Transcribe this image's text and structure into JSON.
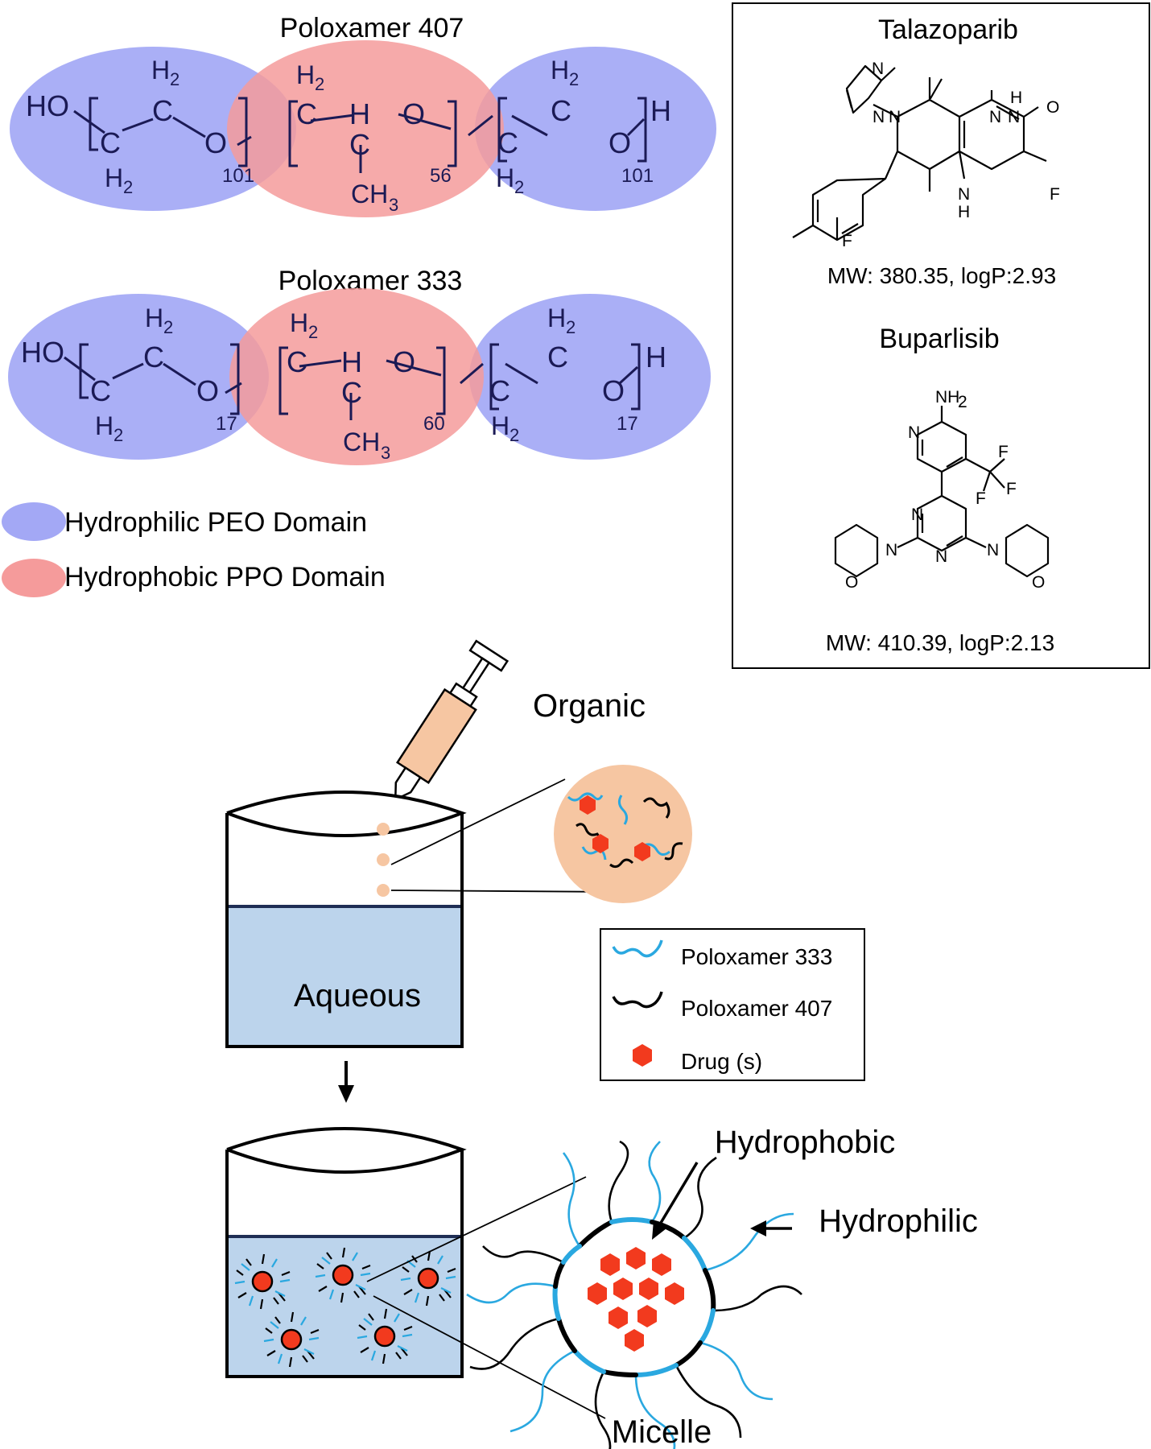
{
  "polymers": {
    "p407": {
      "title": "Poloxamer 407",
      "peo_n": "101",
      "ppo_n": "56",
      "end_n": "101"
    },
    "p333": {
      "title": "Poloxamer 333",
      "peo_n": "17",
      "ppo_n": "60",
      "end_n": "17"
    },
    "labels": {
      "ho": "HO",
      "h": "H",
      "c": "C",
      "o": "O",
      "h2": "H",
      "two": "2",
      "ch3": "CH",
      "three": "3"
    }
  },
  "domain_legend": {
    "peo": "Hydrophilic PEO Domain",
    "ppo": "Hydrophobic PPO Domain"
  },
  "drugs": {
    "talazoparib": {
      "name": "Talazoparib",
      "props": "MW: 380.35, logP:2.93",
      "atoms": {
        "n": "N",
        "h": "H",
        "o": "O",
        "f": "F"
      }
    },
    "buparlisib": {
      "name": "Buparlisib",
      "props": "MW: 410.39, logP:2.13",
      "atoms": {
        "nh2": "NH",
        "two": "2",
        "n": "N",
        "o": "O",
        "f": "F"
      }
    }
  },
  "process": {
    "organic": "Organic",
    "aqueous": "Aqueous",
    "hydrophobic": "Hydrophobic",
    "hydrophilic": "Hydrophilic",
    "micelle": "Micelle"
  },
  "component_legend": {
    "items": [
      "Poloxamer 333",
      "Poloxamer 407",
      "Drug (s)"
    ]
  },
  "colors": {
    "peo": "#a3a8f5",
    "ppo": "#f59b9b",
    "chem_text": "#1b1a55",
    "organic_drop": "#f6c6a2",
    "aqueous": "#bcd4ec",
    "poloxamer_333": "#2aa8e0",
    "poloxamer_407": "#000000",
    "drug": "#f23a1e"
  }
}
